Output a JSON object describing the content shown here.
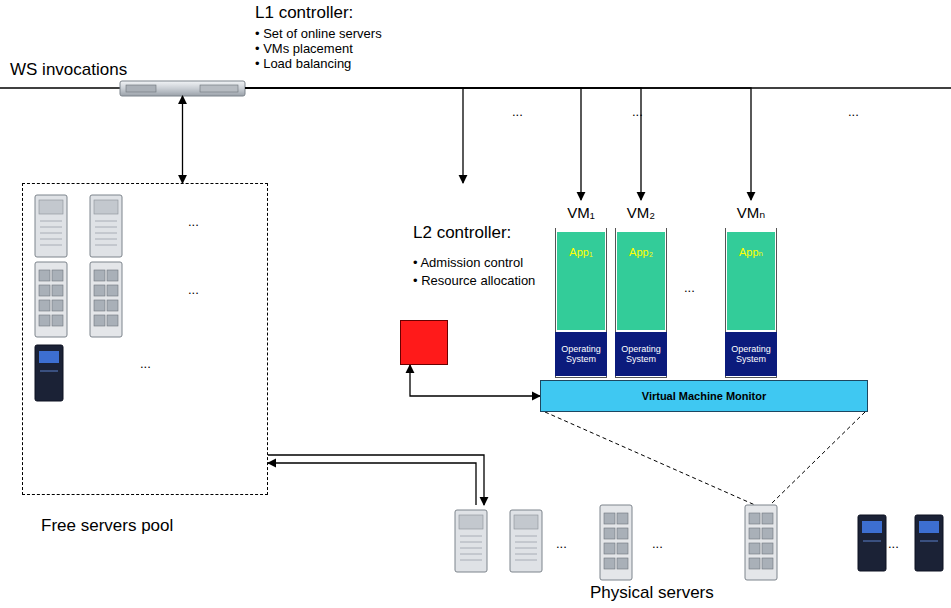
{
  "diagram": {
    "nodes": [
      {
        "text": [
          "L1 controller:",
          "• Set of online servers",
          "• VMs placement",
          "• Load balancing"
        ]
      },
      {
        "text": [
          "Free servers pool"
        ]
      },
      {
        "text": [
          "L2 controller:",
          "• Admission control",
          "• Resource allocation"
        ]
      },
      {
        "text": [
          "VM₁"
        ]
      },
      {
        "text": [
          "App₁"
        ],
        "in": 3
      },
      {
        "text": [
          "Operating System"
        ],
        "in": 3
      },
      {
        "text": [
          "VM₂"
        ]
      },
      {
        "text": [
          "App₂"
        ],
        "in": 6
      },
      {
        "text": [
          "Operating System"
        ],
        "in": 6
      },
      {
        "text": [
          "VMₙ"
        ]
      },
      {
        "text": [
          "Appₙ"
        ],
        "in": 9
      },
      {
        "text": [
          "Operating System"
        ],
        "in": 9
      },
      {
        "text": [
          "Virtual Machine Monitor"
        ]
      },
      {
        "text": [
          "Physical servers"
        ]
      }
    ],
    "edges": [
      {
        "from": 0,
        "to": 3,
        "arrow": "to"
      },
      {
        "from": 0,
        "to": 6,
        "arrow": "to"
      },
      {
        "from": 0,
        "to": 9,
        "arrow": "to"
      },
      {
        "from": 0,
        "to": 1,
        "arrow": "both"
      },
      {
        "from": 2,
        "to": 12,
        "arrow": "both"
      },
      {
        "from": 1,
        "to": 13,
        "arrow": "to"
      },
      {
        "from": 13,
        "to": 1,
        "arrow": "to"
      }
    ],
    "labels": [
      "WS invocations",
      "...",
      "...",
      "...",
      "...",
      "...",
      "...",
      "...",
      "...",
      "...",
      "..."
    ]
  }
}
